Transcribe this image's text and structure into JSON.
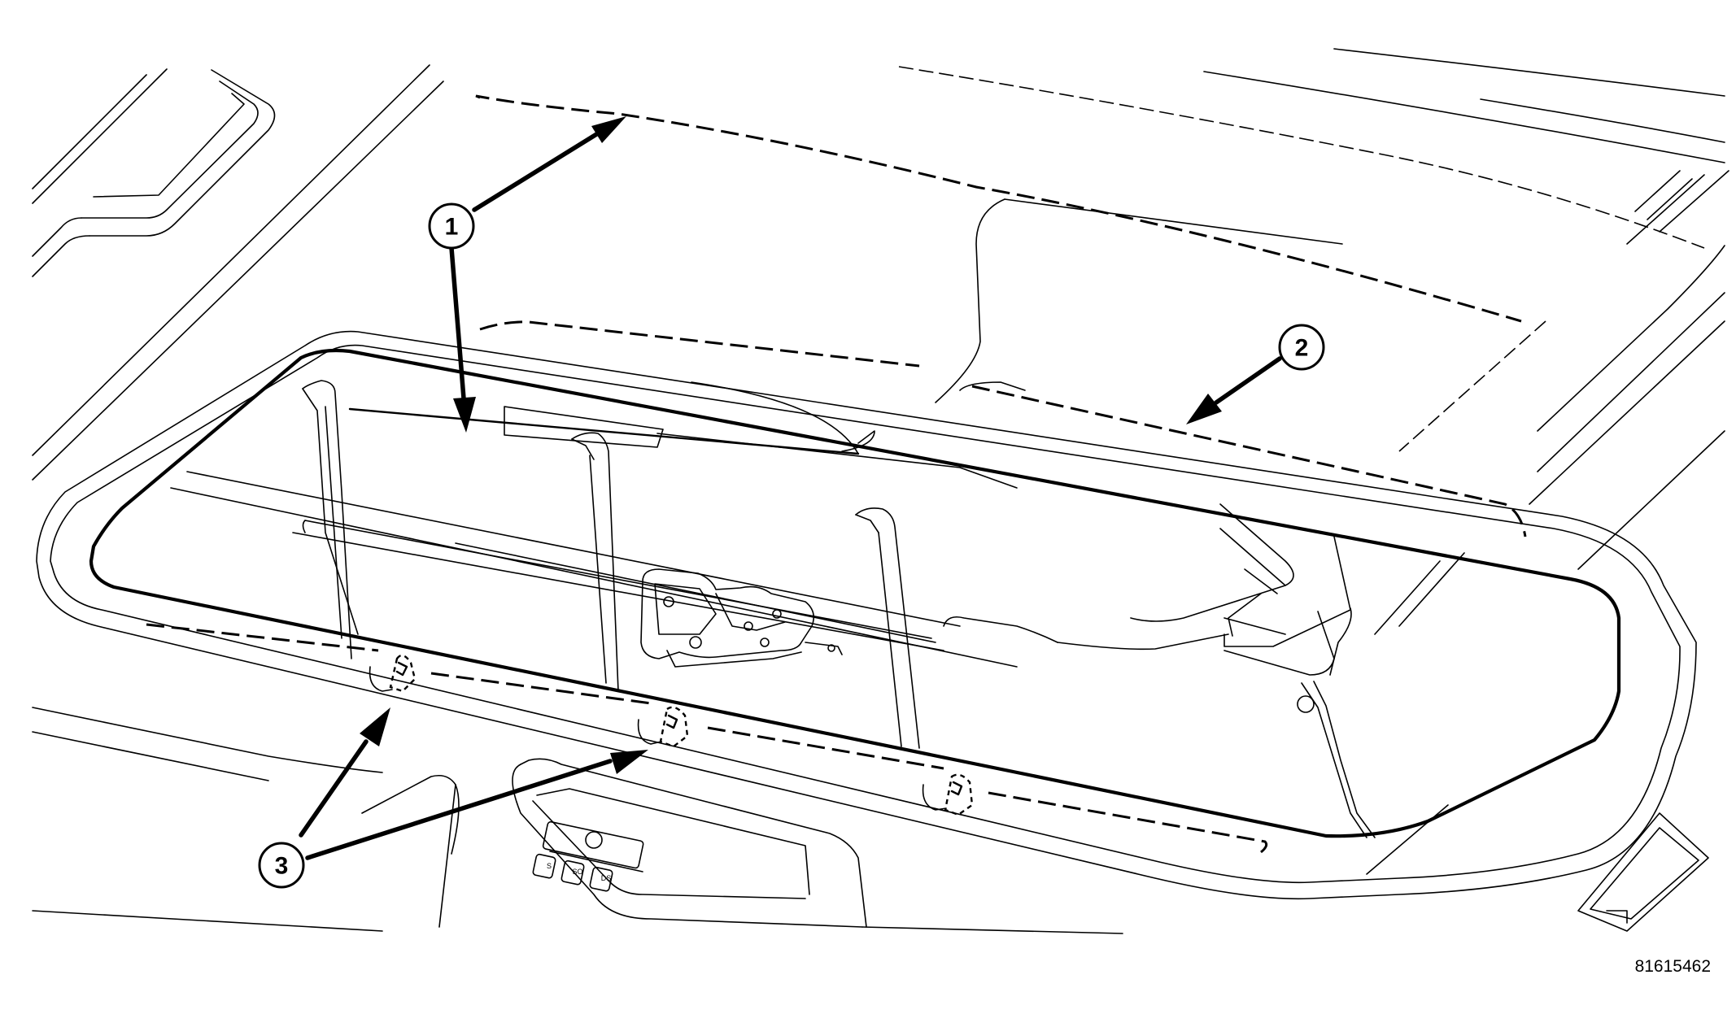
{
  "figure_id": "81615462",
  "callouts": [
    {
      "label": "1"
    },
    {
      "label": "2"
    },
    {
      "label": "3"
    }
  ],
  "console_switches": [
    {
      "label": "S"
    },
    {
      "label": "SO"
    },
    {
      "label": "DS"
    }
  ]
}
